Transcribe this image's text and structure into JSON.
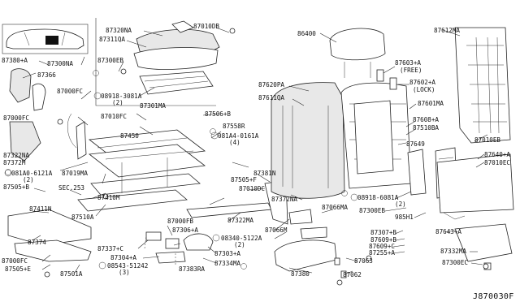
{
  "labels": {
    "l_87320NA": "87320NA",
    "l_87311QA": "87311QA",
    "l_87010DB": "87010DB",
    "l_86400": "86400",
    "l_87612MA": "87612MA",
    "l_87380A": "87380+A",
    "l_87300NA": "87300NA",
    "l_87300EB": "87300EB",
    "l_87366": "87366",
    "l_08918A": "08918-3081A",
    "l_08918A_qty": "(2)",
    "l_87301MA": "87301MA",
    "l_87000FC_a": "87000FC",
    "l_87000FC_b": "87000FC",
    "l_87010FC": "87010FC",
    "l_87506B": "87506+B",
    "l_87558R": "87558R",
    "l_87450": "87450",
    "l_081A4": "081A4-0161A",
    "l_081A4_qty": "(4)",
    "l_87322NA": "87322NA",
    "l_87372M": "87372M",
    "l_081A0": "081A0-6121A",
    "l_081A0_qty": "(2)",
    "l_87019MA": "87019MA",
    "l_87505B": "87505+B",
    "l_sec253": "SEC.253",
    "l_87410M": "87410M",
    "l_87411N": "87411N",
    "l_87510A": "87510A",
    "l_87374": "87374",
    "l_87000FC_c": "87000FC",
    "l_87505E": "87505+E",
    "l_87501A": "87501A",
    "l_87337C": "87337+C",
    "l_87304A": "87304+A",
    "l_08543": "08543-51242",
    "l_08543_qty": "(3)",
    "l_87383RA": "87383RA",
    "l_87000FB": "87000FB",
    "l_87306A": "87306+A",
    "l_87303A": "87303+A",
    "l_87334MA": "87334MA",
    "l_87505F": "87505+F",
    "l_87010DC": "87010DC",
    "l_87381N": "87381N",
    "l_87372NA": "87372NA",
    "l_87322MA": "87322MA",
    "l_08340": "08340-5122A",
    "l_08340_qty": "(2)",
    "l_87066M": "87066M",
    "l_87066MA": "87066MA",
    "l_87380": "87380",
    "l_87062": "87062",
    "l_87063": "87063",
    "l_87620PA": "87620PA",
    "l_87611QA": "87611QA",
    "l_87603A": "87603+A",
    "l_free": "(FREE)",
    "l_87602A": "87602+A",
    "l_lock": "(LOCK)",
    "l_87601MA": "87601MA",
    "l_87608A": "87608+A",
    "l_87510BA": "87510BA",
    "l_87649": "87649",
    "l_87010EB": "87010EB",
    "l_87640A": "87640+A",
    "l_87010EC": "87010EC",
    "l_08918_6081": "08918-6081A",
    "l_08918_6081_qty": "(2)",
    "l_87300EB_b": "87300EB",
    "l_985H1": "985H1",
    "l_87307B": "87307+B",
    "l_87609B": "87609+B",
    "l_87609C": "87609+C",
    "l_87255A": "87255+A",
    "l_87643A": "87643+A",
    "l_87332MA": "87332MA",
    "l_87300EC": "87300EC",
    "l_diagram_code": "J870030F"
  },
  "icons": {
    "bolt": "bolt-icon",
    "clip": "clip-icon",
    "car_locator": "car-locator-icon"
  },
  "colors": {
    "line": "#222222",
    "fill": "#ffffff",
    "shade": "#e8e8e8"
  }
}
